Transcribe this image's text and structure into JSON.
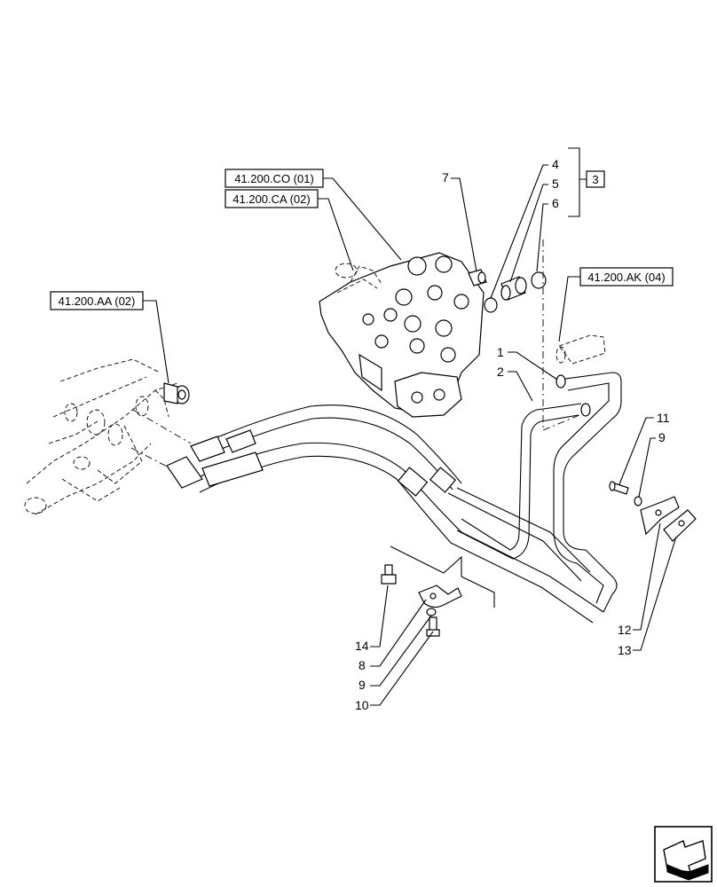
{
  "refs": {
    "co": "41.200.CO (01)",
    "ca": "41.200.CA (02)",
    "aa": "41.200.AA (02)",
    "ak": "41.200.AK (04)"
  },
  "callouts": {
    "n1": "1",
    "n2": "2",
    "n3": "3",
    "n4": "4",
    "n5": "5",
    "n6": "6",
    "n7": "7",
    "n8": "8",
    "n9a": "9",
    "n9b": "9",
    "n10": "10",
    "n11": "11",
    "n12": "12",
    "n13": "13",
    "n14": "14"
  },
  "icons": {
    "nav": "next-page-arrow-icon"
  }
}
